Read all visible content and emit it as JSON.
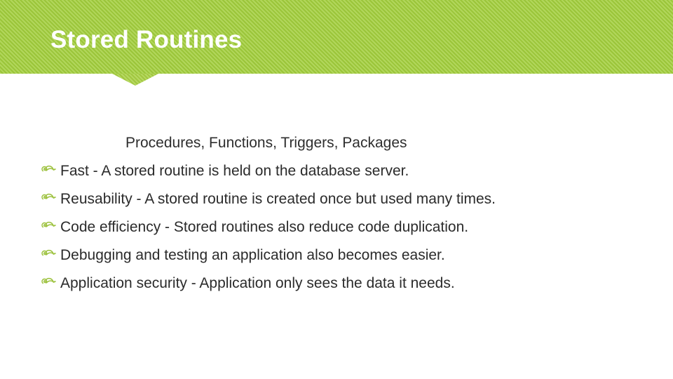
{
  "slide": {
    "title": "Stored Routines",
    "subtitle": "Procedures, Functions, Triggers, Packages",
    "bullet_icon_name": "fleuron-leaf-bullet-icon",
    "bullets": [
      {
        "text": "Fast - A stored routine is held on the database server."
      },
      {
        "text": "Reusability - A stored routine is created once but used many times."
      },
      {
        "text": "Code efficiency - Stored routines also reduce code duplication."
      },
      {
        "text": "Debugging and testing an application also becomes easier."
      },
      {
        "text": "Application security - Application only sees the data it needs."
      }
    ]
  },
  "colors": {
    "banner_green": "#a2ce3c",
    "banner_notch_green": "#a8d043",
    "title_text": "#ffffff",
    "body_text": "#2b2b2b",
    "bullet_green": "#9dc23f",
    "background": "#ffffff"
  }
}
